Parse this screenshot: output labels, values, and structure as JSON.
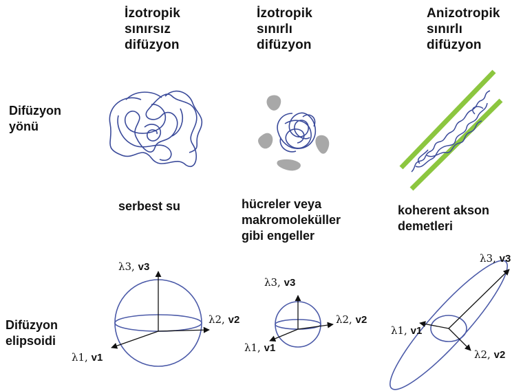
{
  "columns": [
    {
      "title_lines": [
        "İzotropik",
        "sınırsız",
        "difüzyon"
      ],
      "caption_lines": [
        "serbest su"
      ]
    },
    {
      "title_lines": [
        "İzotropik",
        "sınırlı",
        "difüzyon"
      ],
      "caption_lines": [
        "hücreler veya",
        "makromoleküller",
        "gibi engeller"
      ]
    },
    {
      "title_lines": [
        "Anizotropik",
        "sınırlı",
        "difüzyon"
      ],
      "caption_lines": [
        "koherent akson",
        "demetleri"
      ]
    }
  ],
  "rows": {
    "direction_label": [
      "Difüzyon",
      "yönü"
    ],
    "ellipsoid_label": [
      "Difüzyon",
      "elipsoidi"
    ]
  },
  "axes": {
    "lambda1": "λ1,",
    "v1": "v1",
    "lambda2": "λ2,",
    "v2": "v2",
    "lambda3": "λ3,",
    "v3": "v3"
  },
  "colors": {
    "path": "#3a4a9a",
    "obstacle": "#a8a8a8",
    "axon": "#8cc63f",
    "ellipse": "#4b5aa8",
    "axis": "#111111"
  }
}
